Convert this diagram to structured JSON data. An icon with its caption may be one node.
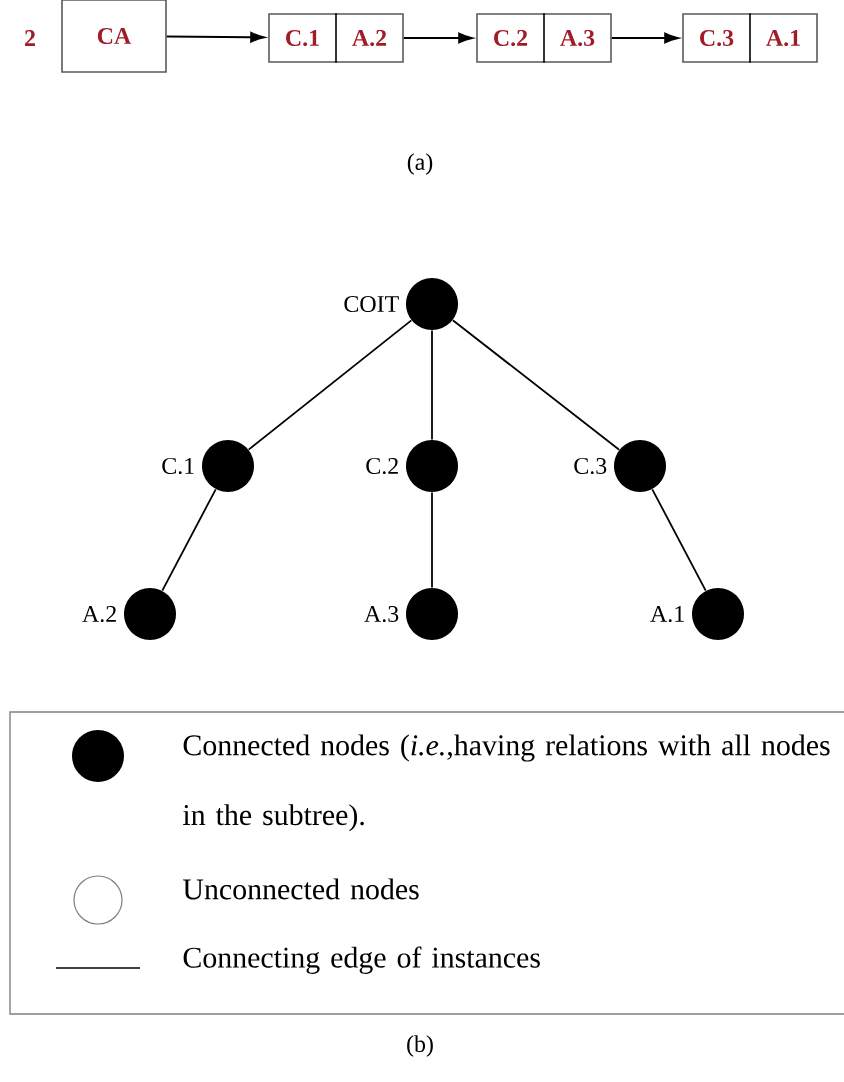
{
  "diagram": {
    "nodes": [
      {
        "text": [
          "CA"
        ]
      },
      {
        "text": [
          "C.1",
          "A.2"
        ]
      },
      {
        "text": [
          "C.2",
          "A.3"
        ]
      },
      {
        "text": [
          "C.3",
          "A.1"
        ]
      },
      {
        "text": [],
        "shape": "circle",
        "beside": [
          "COIT"
        ]
      },
      {
        "text": [],
        "shape": "circle",
        "beside": [
          "C.1"
        ]
      },
      {
        "text": [],
        "shape": "circle",
        "beside": [
          "C.2"
        ]
      },
      {
        "text": [],
        "shape": "circle",
        "beside": [
          "C.3"
        ]
      },
      {
        "text": [],
        "shape": "circle",
        "beside": [
          "A.2"
        ]
      },
      {
        "text": [],
        "shape": "circle",
        "beside": [
          "A.3"
        ]
      },
      {
        "text": [],
        "shape": "circle",
        "beside": [
          "A.1"
        ]
      }
    ],
    "edges": [
      {
        "from": 0,
        "to": 1,
        "arrow": "to"
      },
      {
        "from": 1,
        "to": 2,
        "arrow": "to"
      },
      {
        "from": 2,
        "to": 3,
        "arrow": "to"
      },
      {
        "from": 4,
        "to": 5,
        "arrow": "none"
      },
      {
        "from": 4,
        "to": 6,
        "arrow": "none"
      },
      {
        "from": 4,
        "to": 7,
        "arrow": "none"
      },
      {
        "from": 5,
        "to": 8,
        "arrow": "none"
      },
      {
        "from": 6,
        "to": 9,
        "arrow": "none"
      },
      {
        "from": 7,
        "to": 10,
        "arrow": "none"
      }
    ],
    "labels": [
      "2",
      "(a)",
      "(b)"
    ],
    "legend": [
      {
        "text": "Connected nodes (*i.e.*,having relations with all nodes in the subtree)."
      },
      {
        "text": "Unconnected nodes"
      },
      {
        "text": "Connecting edge of instances"
      }
    ]
  }
}
